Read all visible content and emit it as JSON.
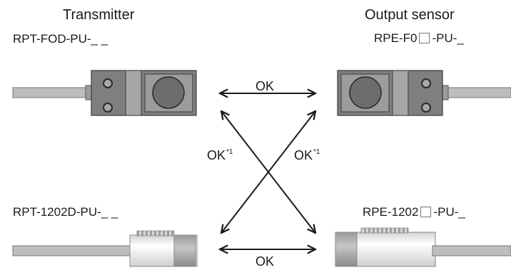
{
  "left": {
    "header": "Transmitter",
    "model_top": "RPT-FOD-PU-_ _",
    "model_bottom": "RPT-1202D-PU-_ _"
  },
  "right": {
    "header": "Output sensor",
    "model_top_prefix": "RPE-F0",
    "model_top_suffix": "-PU-_",
    "model_bottom_prefix": "RPE-1202",
    "model_bottom_suffix": "-PU-_"
  },
  "compat": {
    "top": "OK",
    "bottom": "OK",
    "cross_left": "OK",
    "cross_left_note": "*1",
    "cross_right": "OK",
    "cross_right_note": "*1"
  },
  "colors": {
    "cable": "#bdbdbd",
    "body_dark": "#7d7d7d",
    "body_light": "#a8a8a8",
    "lens": "#6d6d6d",
    "arrow": "#1a1a1a",
    "text": "#1a1a1a"
  }
}
